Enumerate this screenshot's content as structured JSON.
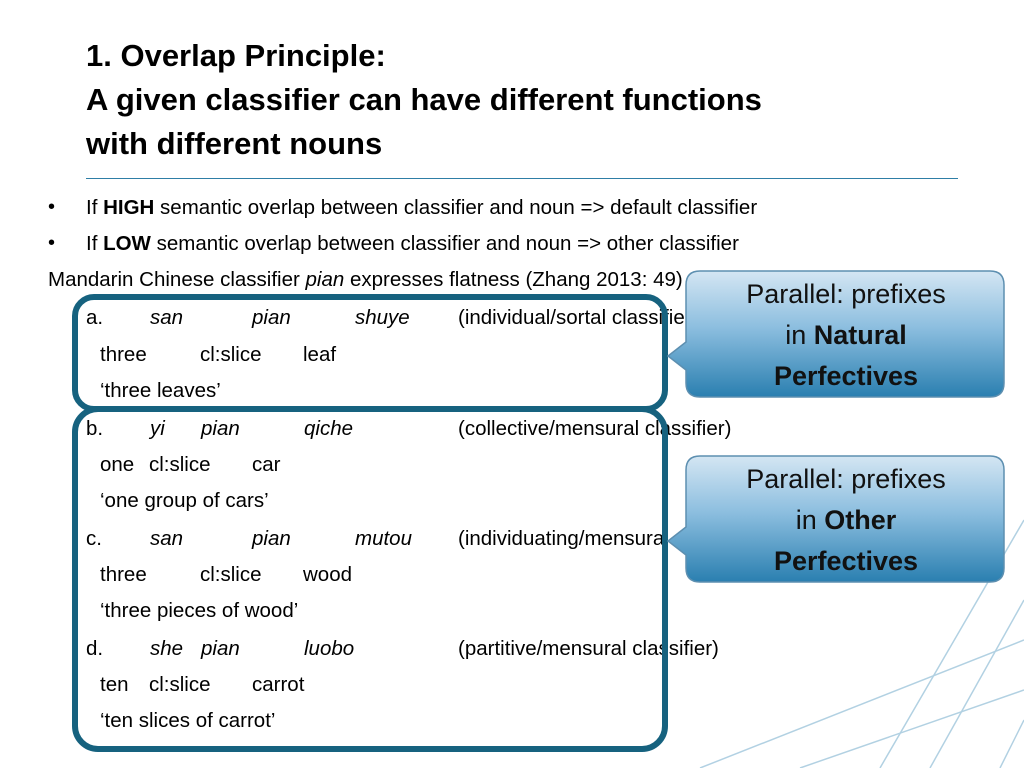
{
  "title": {
    "line1": "1. Overlap Principle:",
    "line2": "A given classifier can have different functions",
    "line3": "with different nouns"
  },
  "bullets": [
    {
      "before": "If ",
      "strong": "HIGH",
      "after": " semantic overlap between classifier and noun => default classifier"
    },
    {
      "before": "If ",
      "strong": "LOW",
      "after": " semantic overlap between classifier and noun => other classifier"
    }
  ],
  "intro": {
    "before": "Mandarin Chinese classifier ",
    "italic": "pian",
    "after": " expresses flatness (Zhang 2013: 49)"
  },
  "examples": [
    {
      "label": "a.",
      "words": [
        "san",
        "pian",
        "shuye"
      ],
      "note": "(individual/sortal classifier)",
      "gloss": [
        "three",
        "cl:slice",
        "leaf"
      ],
      "translation": "‘three leaves’"
    },
    {
      "label": "b.",
      "words": [
        "yi",
        "pian",
        "qiche"
      ],
      "note": "(collective/mensural classifier)",
      "gloss": [
        "one",
        "cl:slice",
        "car"
      ],
      "translation": "‘one group of cars’"
    },
    {
      "label": "c.",
      "words": [
        "san",
        "pian",
        "mutou"
      ],
      "note": "(individuating/mensural classifier)",
      "gloss": [
        "three",
        "cl:slice",
        "wood"
      ],
      "translation": "‘three pieces of wood’"
    },
    {
      "label": "d.",
      "words": [
        "she",
        "pian",
        "luobo"
      ],
      "note": "(partitive/mensural classifier)",
      "gloss": [
        "ten",
        "cl:slice",
        "carrot"
      ],
      "translation": "‘ten slices of carrot’"
    }
  ],
  "callouts": [
    {
      "line1": "Parallel: prefixes",
      "prefix": "in ",
      "strong1": "Natural",
      "strong2": "Perfectives"
    },
    {
      "line1": "Parallel: prefixes",
      "prefix": "in ",
      "strong1": "Other",
      "strong2": "Perfectives"
    }
  ],
  "colors": {
    "frame": "#16627f",
    "rule": "#2e7ea6",
    "callout_top": "#cfe3f1",
    "callout_bottom": "#2a7fb0"
  }
}
